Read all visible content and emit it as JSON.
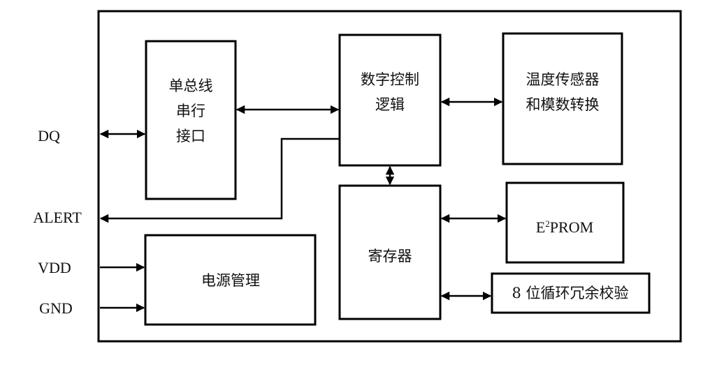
{
  "diagram": {
    "type": "block-diagram",
    "pins": {
      "dq": "DQ",
      "alert": "ALERT",
      "vdd": "VDD",
      "gnd": "GND"
    },
    "blocks": {
      "serial_interface": {
        "lines": [
          "单总线",
          "串行",
          "接口"
        ]
      },
      "digital_control": {
        "lines": [
          "数字控制",
          "逻辑"
        ]
      },
      "temp_sensor_adc": {
        "lines": [
          "温度传感器",
          "和模数转换"
        ]
      },
      "register": {
        "lines": [
          "寄存器"
        ]
      },
      "eeprom": {
        "prefix": "E",
        "superscript": "2",
        "suffix": "PROM"
      },
      "crc": {
        "lines": [
          "8 位循环冗余校验"
        ]
      },
      "power_management": {
        "lines": [
          "电源管理"
        ]
      }
    },
    "connections": [
      {
        "from": "DQ",
        "to": "serial_interface",
        "direction": "bidirectional"
      },
      {
        "from": "serial_interface",
        "to": "digital_control",
        "direction": "bidirectional"
      },
      {
        "from": "digital_control",
        "to": "temp_sensor_adc",
        "direction": "bidirectional"
      },
      {
        "from": "digital_control",
        "to": "register",
        "direction": "bidirectional"
      },
      {
        "from": "digital_control",
        "to": "ALERT",
        "direction": "output"
      },
      {
        "from": "register",
        "to": "eeprom",
        "direction": "bidirectional"
      },
      {
        "from": "register",
        "to": "crc",
        "direction": "bidirectional"
      },
      {
        "from": "VDD",
        "to": "power_management",
        "direction": "input"
      },
      {
        "from": "GND",
        "to": "power_management",
        "direction": "input"
      }
    ],
    "colors": {
      "stroke": "#000000",
      "background": "#ffffff"
    }
  }
}
